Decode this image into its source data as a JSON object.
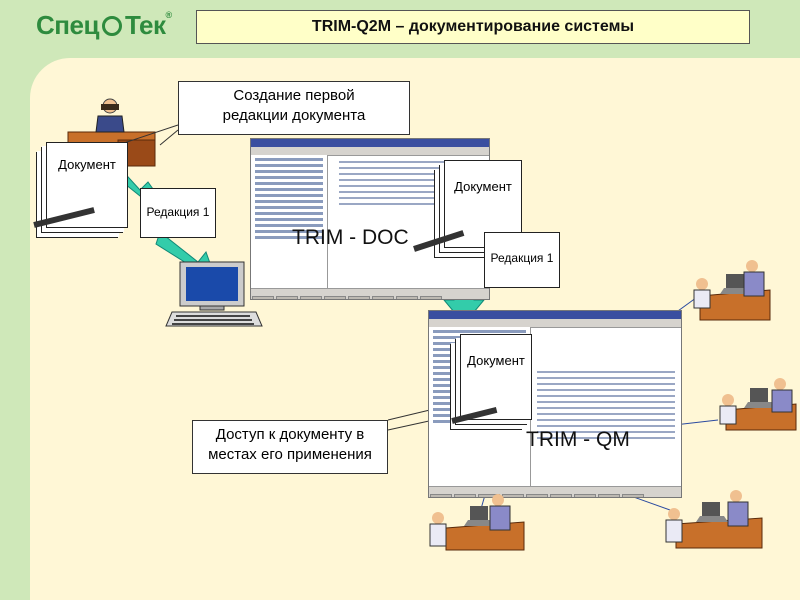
{
  "logo": {
    "text_left": "Спец",
    "text_right": "Тек",
    "reg": "®"
  },
  "title": "TRIM-Q2M – документирование системы",
  "callout_top": {
    "line1": "Создание первой",
    "line2": "редакции документа"
  },
  "callout_bottom": {
    "line1": "Доступ к документу в",
    "line2": "местах его применения"
  },
  "doc_label": "Документ",
  "revision_label": "Редакция 1",
  "trim_doc_label": "TRIM - DOC",
  "trim_qm_label": "TRIM - QM",
  "colors": {
    "background": "#cfe8b9",
    "panel": "#fff7d6",
    "title_box": "#ffffc8",
    "arrow": "#33ccaa",
    "logo": "#2e8b3e",
    "desk": "#c8702a"
  }
}
